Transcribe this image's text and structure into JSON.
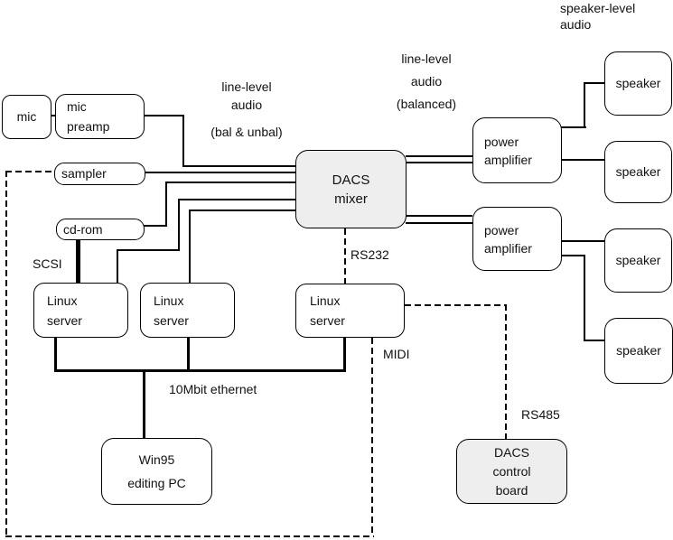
{
  "nodes": {
    "mic": "mic",
    "mic_preamp": "mic\npreamp",
    "sampler": "sampler",
    "cd_rom": "cd-rom",
    "dacs_mixer": "DACS\nmixer",
    "power_amplifier_1": "power\namplifier",
    "power_amplifier_2": "power\namplifier",
    "speaker_1": "speaker",
    "speaker_2": "speaker",
    "speaker_3": "speaker",
    "speaker_4": "speaker",
    "linux_server_1": "Linux\nserver",
    "linux_server_2": "Linux\nserver",
    "linux_server_3": "Linux\nserver",
    "win95_pc": "Win95\nediting PC",
    "dacs_control_board": "DACS\ncontrol\nboard"
  },
  "labels": {
    "line_level_left": "line-level\naudio",
    "bal_unbal": "(bal & unbal)",
    "line_level_right": "line-level\naudio\n(balanced)",
    "speaker_level": "speaker-level\naudio",
    "scsi": "SCSI",
    "rs232": "RS232",
    "midi": "MIDI",
    "ethernet": "10Mbit ethernet",
    "rs485": "RS485"
  },
  "colors": {
    "box_fill": "#ffffff",
    "dacs_fill": "#eeeeee",
    "line": "#000000",
    "background": "#ffffff"
  }
}
